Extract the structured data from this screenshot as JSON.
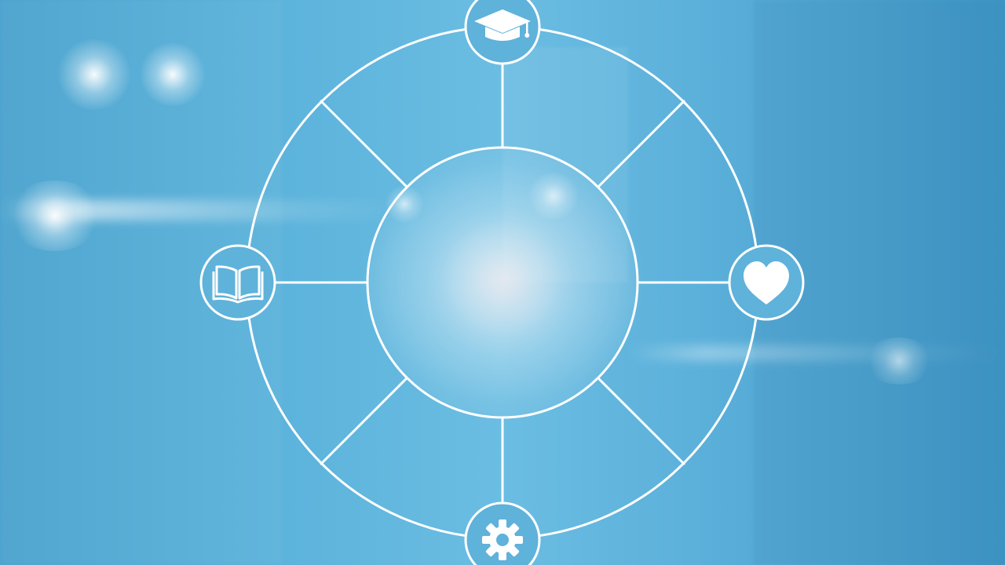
{
  "diagram": {
    "nodes": [
      {
        "id": "top",
        "icon": "graduation-cap-icon"
      },
      {
        "id": "right",
        "icon": "heart-icon"
      },
      {
        "id": "bottom",
        "icon": "gear-icon"
      },
      {
        "id": "left",
        "icon": "open-book-icon"
      }
    ]
  },
  "colors": {
    "line": "#ffffff",
    "background_light": "#6bbde2",
    "background_dark": "#3f98c6"
  }
}
